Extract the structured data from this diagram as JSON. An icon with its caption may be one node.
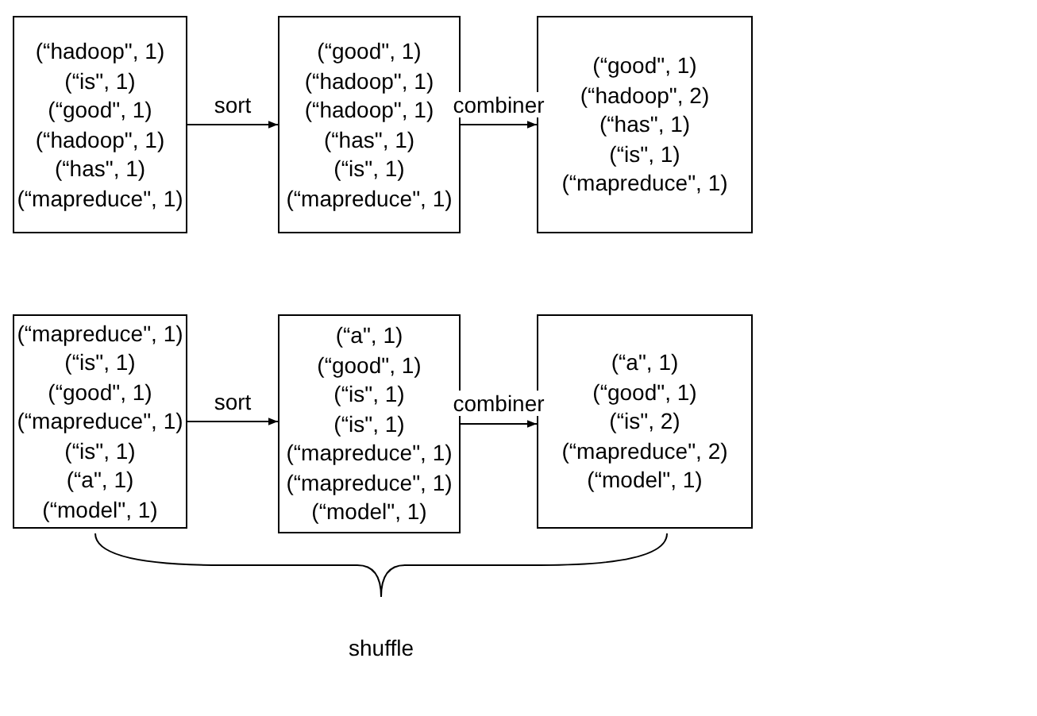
{
  "diagram": {
    "nodes": [
      {
        "text": [
          "(“hadoop\", 1)",
          "(“is\", 1)",
          "(“good\", 1)",
          "(“hadoop\", 1)",
          "(“has\", 1)",
          "(“mapreduce\", 1)"
        ]
      },
      {
        "text": [
          "(“good\", 1)",
          "(“hadoop\", 1)",
          "(“hadoop\", 1)",
          "(“has\", 1)",
          "(“is\", 1)",
          "(“mapreduce\", 1)"
        ]
      },
      {
        "text": [
          "(“good\", 1)",
          "(“hadoop\", 2)",
          "(“has\", 1)",
          "(“is\", 1)",
          "(“mapreduce\", 1)"
        ]
      },
      {
        "text": [
          "(“mapreduce\", 1)",
          "(“is\", 1)",
          "(“good\", 1)",
          "(“mapreduce\", 1)",
          "(“is\", 1)",
          "(“a\", 1)",
          "(“model\", 1)"
        ]
      },
      {
        "text": [
          "(“a\", 1)",
          "(“good\", 1)",
          "(“is\", 1)",
          "(“is\", 1)",
          "(“mapreduce\", 1)",
          "(“mapreduce\", 1)",
          "(“model\", 1)"
        ]
      },
      {
        "text": [
          "(“a\", 1)",
          "(“good\", 1)",
          "(“is\", 2)",
          "(“mapreduce\", 2)",
          "(“model\", 1)"
        ]
      }
    ],
    "edges": [
      {
        "from": 0,
        "to": 1,
        "arrow": "to",
        "label": "sort"
      },
      {
        "from": 1,
        "to": 2,
        "arrow": "to",
        "label": "combiner"
      },
      {
        "from": 3,
        "to": 4,
        "arrow": "to",
        "label": "sort"
      },
      {
        "from": 4,
        "to": 5,
        "arrow": "to",
        "label": "combiner"
      }
    ],
    "labels": [
      "shuffle"
    ]
  }
}
